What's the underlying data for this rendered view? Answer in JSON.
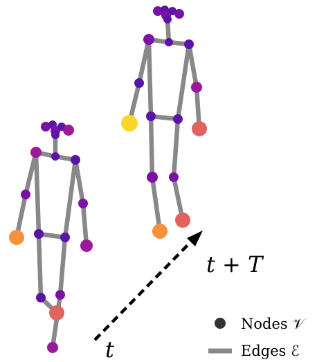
{
  "colors": {
    "background": "#ffffff",
    "edge": "#888888",
    "arrow": "#000000",
    "legend_node": "#333333",
    "legend_edge": "#888888",
    "dark_purple": "#5a14a6",
    "purple": "#7a12a6",
    "magenta": "#9a1a9a",
    "pink_red": "#e0635f",
    "orange": "#f5923e",
    "yellow": "#fbd62a"
  },
  "labels": {
    "t": "t",
    "t_plus_T": "t + T",
    "legend_nodes": "Nodes 𝒱",
    "legend_edges": "Edges ℰ"
  }
}
